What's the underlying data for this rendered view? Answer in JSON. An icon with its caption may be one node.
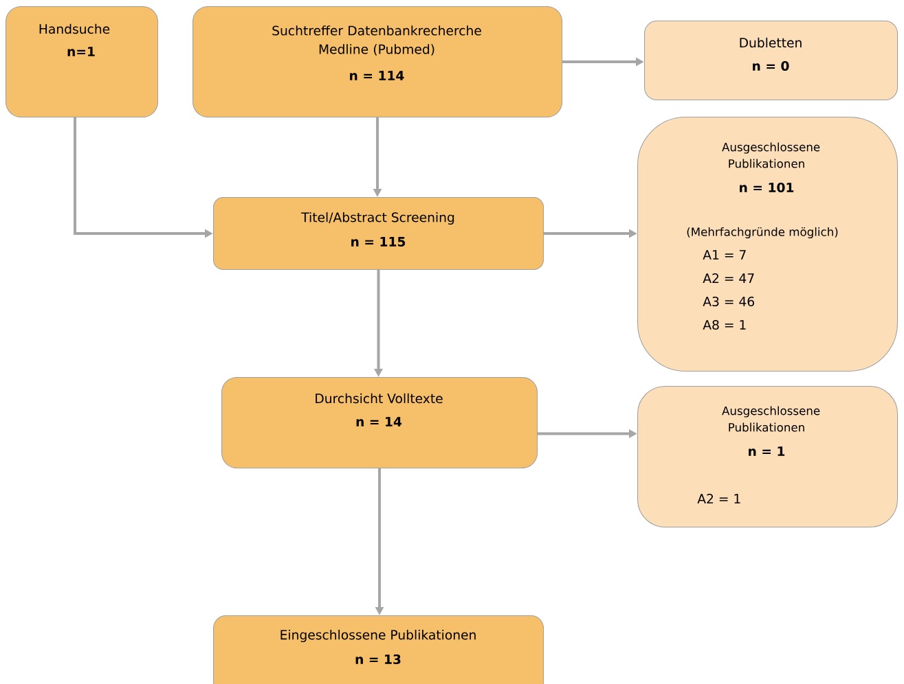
{
  "diagram": {
    "nodes": [
      {
        "text": [
          "Handsuche",
          "n=1"
        ]
      },
      {
        "text": [
          "Suchtreffer Datenbankrecherche Medline (Pubmed)",
          "n = 114"
        ]
      },
      {
        "text": [
          "Dubletten",
          "n = 0"
        ]
      },
      {
        "text": [
          "Titel/Abstract Screening",
          "n = 115"
        ]
      },
      {
        "text": [
          "Ausgeschlossene Publikationen",
          "n = 101",
          "(Mehrfachgründe möglich)",
          "A1 = 7",
          "A2 = 47",
          "A3 = 46",
          "A8 = 1"
        ]
      },
      {
        "text": [
          "Durchsicht Volltexte",
          "n = 14"
        ]
      },
      {
        "text": [
          "Ausgeschlossene Publikationen",
          "n = 1",
          "A2 = 1"
        ]
      },
      {
        "text": [
          "Eingeschlossene Publikationen",
          "n = 13"
        ]
      }
    ],
    "edges": [
      {
        "from": 0,
        "to": 3,
        "arrow": "to"
      },
      {
        "from": 1,
        "to": 3,
        "arrow": "to"
      },
      {
        "from": 1,
        "to": 2,
        "arrow": "to"
      },
      {
        "from": 3,
        "to": 4,
        "arrow": "to"
      },
      {
        "from": 3,
        "to": 5,
        "arrow": "to"
      },
      {
        "from": 5,
        "to": 6,
        "arrow": "to"
      },
      {
        "from": 5,
        "to": 7,
        "arrow": "to"
      }
    ]
  }
}
